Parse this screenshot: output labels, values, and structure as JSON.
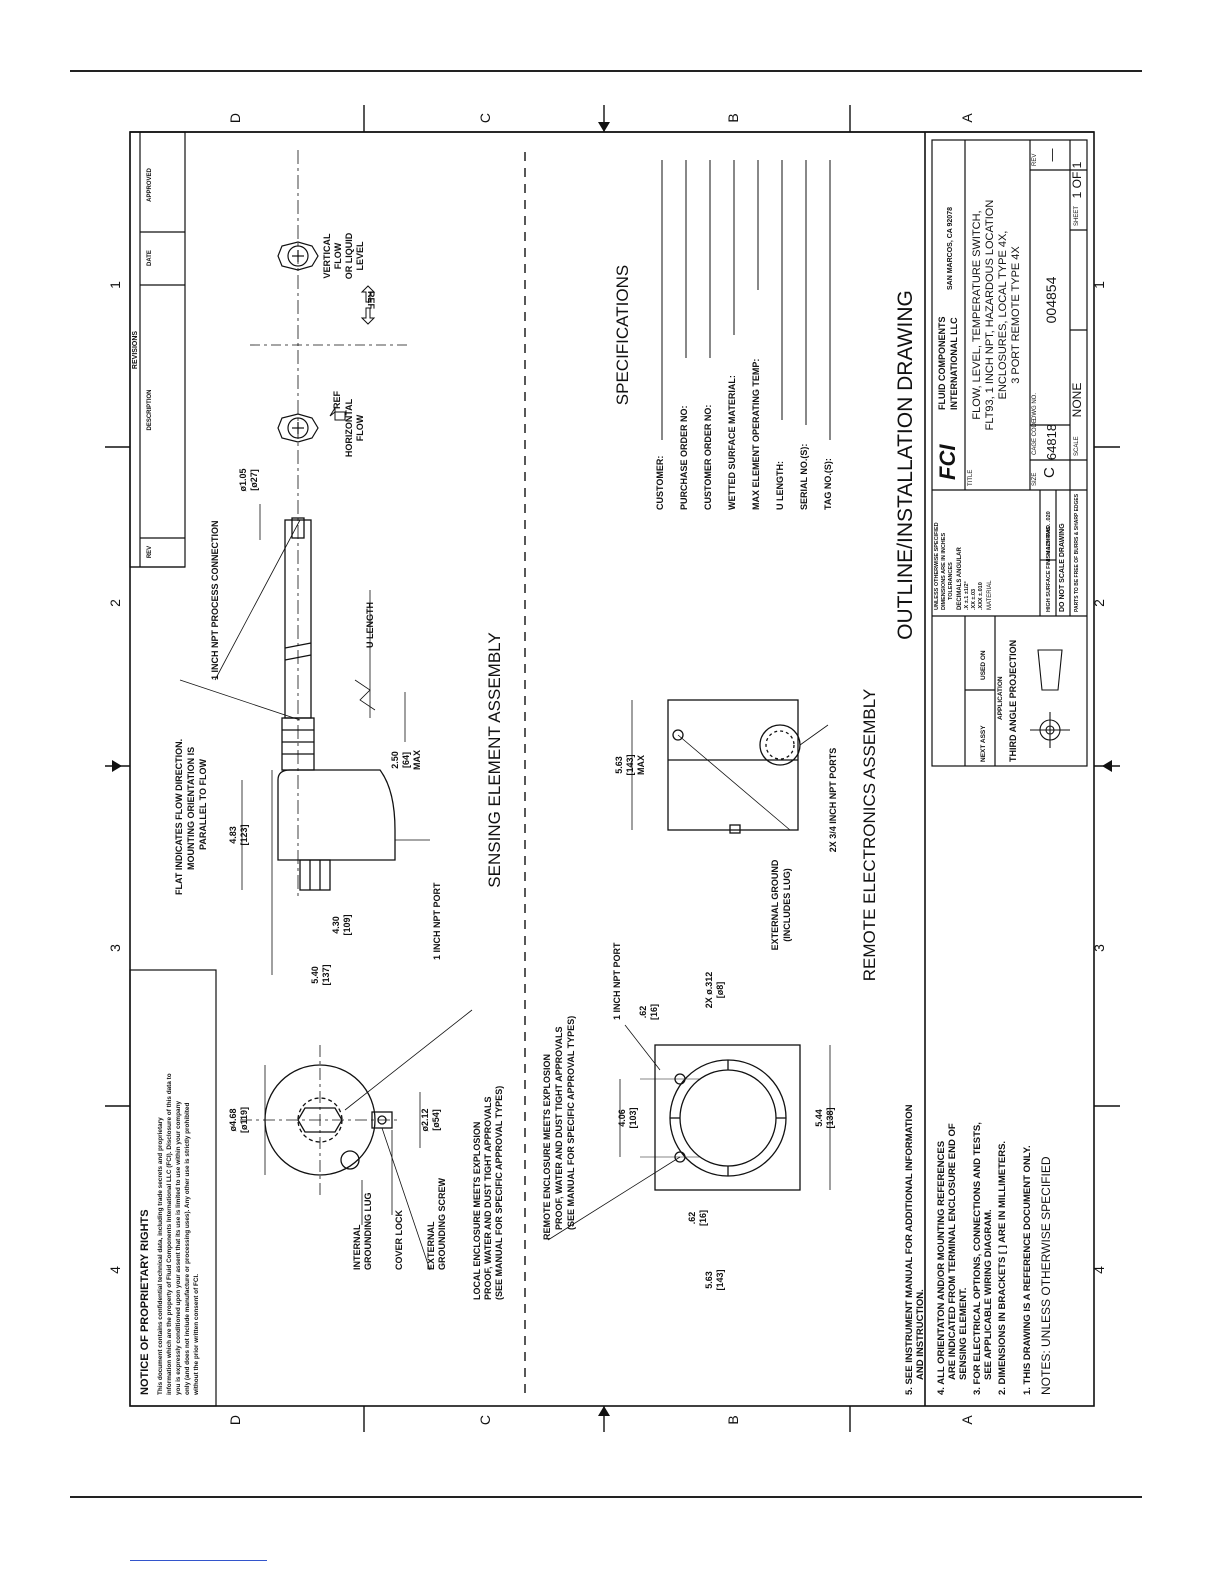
{
  "zones": {
    "letters": [
      "D",
      "C",
      "B",
      "A"
    ],
    "numbers": [
      "4",
      "3",
      "2",
      "1"
    ]
  },
  "revisions": {
    "header": "REVISIONS",
    "rev": "REV",
    "description": "DESCRIPTION",
    "date": "DATE",
    "approved": "APPROVED"
  },
  "proprietary": {
    "title": "NOTICE OF PROPRIETARY RIGHTS",
    "lines": [
      "This document contains confidential technical data, including trade secrets and proprietary",
      "information which are the property of Fluid Components International LLC (FCI). Disclosure of this data to",
      "you is expressly conditioned upon your assent that its use is limited to use within your company",
      "only (and does not include manufacture or processing uses). Any other use is strictly prohibited",
      "without the prior written consent of FCI."
    ]
  },
  "top_view": {
    "dia_468": "ø4.68",
    "dia_468_mm": "[ø119]",
    "dia_212": "ø2.12",
    "dia_212_mm": "[ø54]",
    "internal_lug": [
      "INTERNAL",
      "GROUNDING LUG"
    ],
    "cover_lock": "COVER LOCK",
    "external_screw": [
      "EXTERNAL",
      "GROUNDING SCREW"
    ],
    "local_enclosure": [
      "LOCAL ENCLOSURE MEETS EXPLOSION",
      "PROOF, WATER AND DUST TIGHT APPROVALS",
      "(SEE MANUAL FOR SPECIFIC APPROVAL TYPES)"
    ]
  },
  "side_view": {
    "flat_note": [
      "FLAT INDICATES FLOW DIRECTION.",
      "MOUNTING ORIENTATION IS",
      "PARALLEL TO FLOW"
    ],
    "npt_process": "1 INCH NPT PROCESS CONNECTION",
    "dim_483": "4.83",
    "dim_483_mm": "[123]",
    "dim_430": "4.30",
    "dim_430_mm": "[109]",
    "dim_540": "5.40",
    "dim_540_mm": "[137]",
    "dim_250": "2.50",
    "dim_250_mm": "[64]",
    "dim_250_max": "MAX",
    "u_length": "U LENGTH",
    "dia_105": "ø1.05",
    "dia_105_mm": "[ø27]",
    "npt_port": "1 INCH NPT PORT"
  },
  "flow": {
    "horizontal": [
      "REF",
      "HORIZONTAL",
      "FLOW"
    ],
    "vertical": [
      "VERTICAL",
      "FLOW",
      "OR LIQUID",
      "LEVEL"
    ],
    "ref": "REF"
  },
  "sensing_title": "SENSING ELEMENT ASSEMBLY",
  "remote": {
    "enclosure_note": [
      "REMOTE ENCLOSURE MEETS EXPLOSION",
      "PROOF, WATER AND DUST TIGHT APPROVALS",
      "(SEE MANUAL FOR SPECIFIC APPROVAL TYPES)"
    ],
    "npt_port": "1 INCH NPT PORT",
    "dim_406": "4.06",
    "dim_406_mm": "[103]",
    "dim_062a": ".62",
    "dim_062a_mm": "[16]",
    "dim_062b": ".62",
    "dim_062b_mm": "[16]",
    "dia_312": "2X ø.312",
    "dia_312_mm": "[ø8]",
    "dim_544": "5.44",
    "dim_544_mm": "[138]",
    "dim_563a": "5.63",
    "dim_563a_mm": "[143]",
    "dim_563b": "5.63",
    "dim_563b_mm": "[143]",
    "dim_563b_max": "MAX",
    "ground": [
      "EXTERNAL GROUND",
      "(INCLUDES LUG)"
    ],
    "npt_ports": "2X 3/4 INCH NPT PORTS",
    "title": "REMOTE ELECTRONICS ASSEMBLY"
  },
  "specifications": {
    "title": "SPECIFICATIONS",
    "fields": [
      "CUSTOMER:",
      "PURCHASE ORDER NO:",
      "CUSTOMER ORDER NO:",
      "WETTED SURFACE MATERIAL:",
      "MAX ELEMENT OPERATING TEMP:",
      "U LENGTH:",
      "SERIAL NO.(S):",
      "TAG NO.(S):"
    ]
  },
  "notes": {
    "heading": "NOTES: UNLESS OTHERWISE SPECIFIED",
    "items": [
      [
        "1. THIS DRAWING IS A REFERENCE DOCUMENT ONLY."
      ],
      [
        "2. DIMENSIONS IN BRACKETS [ ] ARE IN MILLIMETERS."
      ],
      [
        "3. FOR ELECTRICAL OPTIONS, CONNECTIONS AND TESTS,",
        "SEE APPLICABLE WIRING DIAGRAM."
      ],
      [
        "4. ALL ORIENTATON AND/OR MOUNTING REFERENCES",
        "ARE INDICATED FROM TERMINAL ENCLOSURE END OF",
        "SENSING ELEMENT."
      ],
      [
        "5. SEE INSTRUMENT MANUAL FOR ADDITIONAL INFORMATION",
        "AND INSTRUCTION."
      ]
    ]
  },
  "drawing_title": "OUTLINE/INSTALLATION DRAWING",
  "title_block": {
    "next_assy": "NEXT ASSY",
    "used_on": "USED ON",
    "application": "APPLICATION",
    "projection": "THIRD ANGLE PROJECTION",
    "tolerances": [
      "UNLESS OTHERWISE SPECIFIED",
      "DIMENSIONS ARE IN INCHES",
      "TOLERANCES",
      "DECIMALS  ANGULAR",
      ".X  ±.1   ±1/2°",
      ".XX  ±.03",
      ".XXX  ±.010"
    ],
    "material": "MATERIAL",
    "finish": "HIGH SURFACE FINISH 125 RMS",
    "mach_rad": "MACH RAD. .020",
    "do_not_scale": "DO NOT SCALE DRAWING",
    "parts_free": "PARTS TO BE FREE OF BURRS & SHARP EDGES",
    "company": [
      "FLUID COMPONENTS",
      "INTERNATIONAL LLC"
    ],
    "location": "SAN MARCOS, CA 92078",
    "title_label": "TITLE",
    "title_lines": [
      "FLOW, LEVEL, TEMPERATURE SWITCH,",
      "FLT93, 1 INCH NPT, HAZARDOUS LOCATION",
      "ENCLOSURES, LOCAL TYPE 4X,",
      "3 PORT REMOTE TYPE 4X"
    ],
    "size_label": "SIZE",
    "size": "C",
    "cage_label": "CAGE CODE",
    "cage": "64818",
    "dwg_label": "DWG NO.",
    "dwg": "004854",
    "rev_label": "REV",
    "rev": "—",
    "scale_label": "SCALE",
    "scale": "NONE",
    "sheet_label": "SHEET",
    "sheet": "1 OF 1",
    "logo": "FCI"
  }
}
